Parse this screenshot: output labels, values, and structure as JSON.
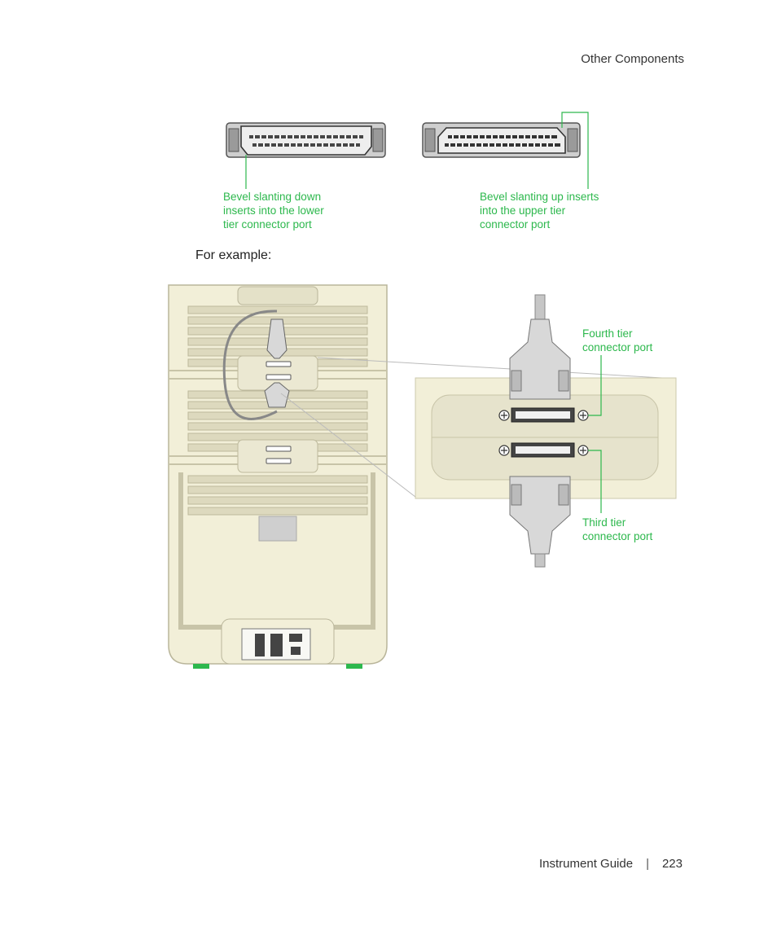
{
  "header": {
    "section": "Other Components"
  },
  "intro": {
    "text": "For example:"
  },
  "connectors": {
    "left_callout": "Bevel slanting down\ninserts into the lower\ntier connector port",
    "right_callout": "Bevel slanting up inserts\ninto the upper tier\nconnector port"
  },
  "detail": {
    "fourth_tier": "Fourth tier\nconnector port",
    "third_tier": "Third tier\nconnector port"
  },
  "footer": {
    "title": "Instrument Guide",
    "page": "223"
  },
  "colors": {
    "callout_green": "#2db84d",
    "instrument_body": "#f2efd8"
  }
}
